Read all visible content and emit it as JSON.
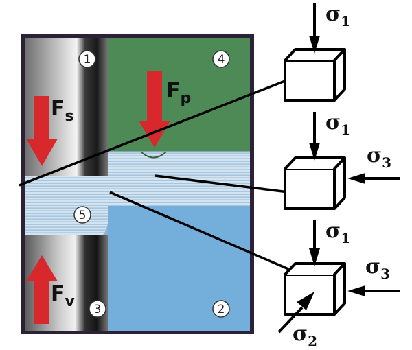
{
  "figure": {
    "zones": [
      {
        "id": "1",
        "label": "1"
      },
      {
        "id": "2",
        "label": "2"
      },
      {
        "id": "3",
        "label": "3"
      },
      {
        "id": "4",
        "label": "4"
      },
      {
        "id": "5",
        "label": "5"
      }
    ],
    "forces": {
      "fs": {
        "main": "F",
        "sub": "s"
      },
      "fp": {
        "main": "F",
        "sub": "p"
      },
      "fv": {
        "main": "F",
        "sub": "v"
      }
    },
    "stress_states": [
      {
        "id": "top",
        "labels": [
          {
            "main": "σ",
            "sub": "1"
          }
        ]
      },
      {
        "id": "middle",
        "labels": [
          {
            "main": "σ",
            "sub": "1"
          },
          {
            "main": "σ",
            "sub": "3"
          }
        ]
      },
      {
        "id": "bottom",
        "labels": [
          {
            "main": "σ",
            "sub": "1"
          },
          {
            "main": "σ",
            "sub": "3"
          },
          {
            "main": "σ",
            "sub": "2"
          }
        ]
      }
    ],
    "colors": {
      "frame": "#2b2238",
      "punch_green": "#4e8a56",
      "die_blue": "#74aedb",
      "sheet": "#c6dced",
      "force_arrow": "#d8282c",
      "line": "#000000"
    }
  }
}
